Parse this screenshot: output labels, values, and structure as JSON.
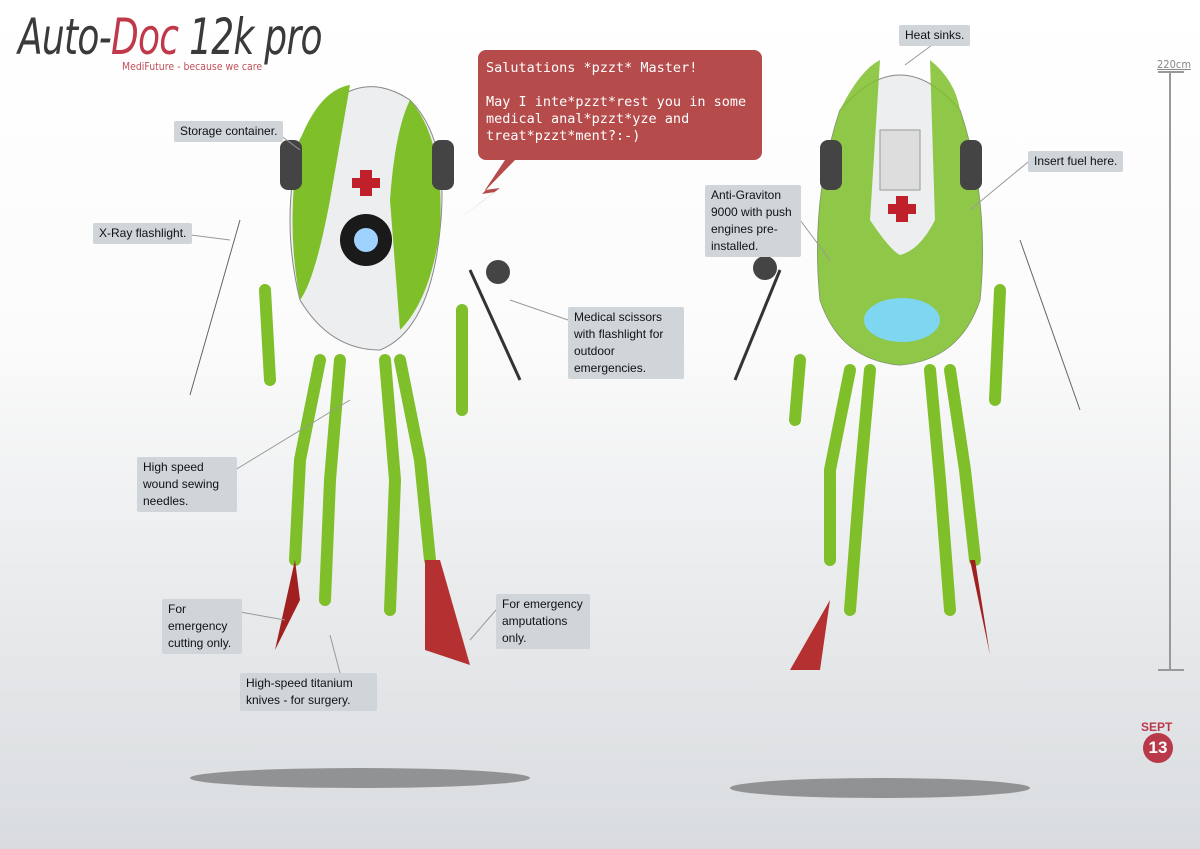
{
  "header": {
    "title_part1": "Auto-",
    "title_part2": "Doc",
    "title_part3": " 12k pro",
    "subtitle": "MediFuture - because we care"
  },
  "speech_bubble": {
    "text": "Salutations *pzzt* Master!\n\nMay I inte*pzzt*rest you in some medical anal*pzzt*yze and treat*pzzt*ment?:-)"
  },
  "front_labels": [
    "Storage container.",
    "X-Ray flashlight.",
    "Medical scissors with flashlight for outdoor emergencies.",
    "High speed wound sewing needles.",
    "For emergency cutting only.",
    "High-speed titanium knives - for surgery.",
    "For emergency amputations only."
  ],
  "back_labels": [
    "Heat sinks.",
    "Insert fuel here.",
    "Anti-Graviton 9000 with push engines pre-installed."
  ],
  "scale": {
    "label": "220cm"
  },
  "date": {
    "month": "SEPT",
    "day": "13"
  },
  "colors": {
    "accent": "#c0394a",
    "bubble": "#b54b4b",
    "robot_green": "#7fbf2a",
    "label_bg": "#d0d5d9"
  }
}
